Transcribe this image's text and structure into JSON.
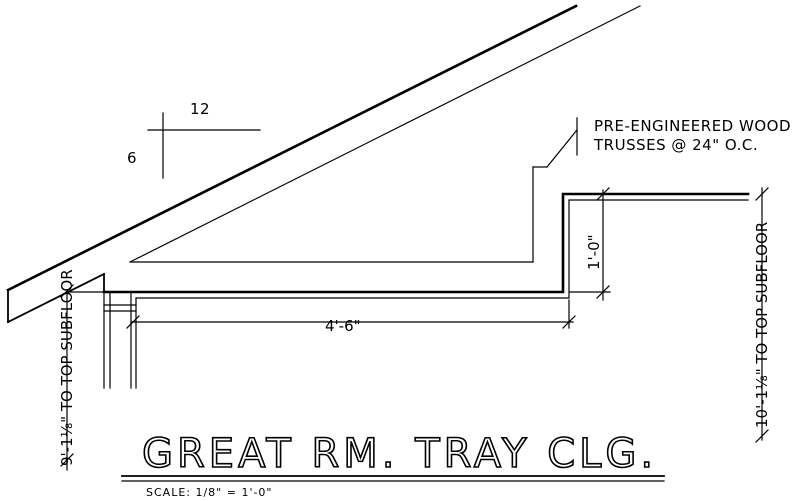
{
  "slope": {
    "rise": "6",
    "run": "12"
  },
  "note": {
    "line1": "PRE-ENGINEERED WOOD",
    "line2": "TRUSSES @ 24\" O.C."
  },
  "dimensions": {
    "tray_height": "1'-0\"",
    "tray_offset": "4'-6\"",
    "left_height": "9'-1⅛\" TO TOP SUBFLOOR",
    "right_height": "10'-1⅛\" TO TOP SUBFLOOR"
  },
  "title": {
    "main": "GREAT RM. TRAY CLG.",
    "scale": "SCALE: 1/8\" = 1'-0\""
  }
}
